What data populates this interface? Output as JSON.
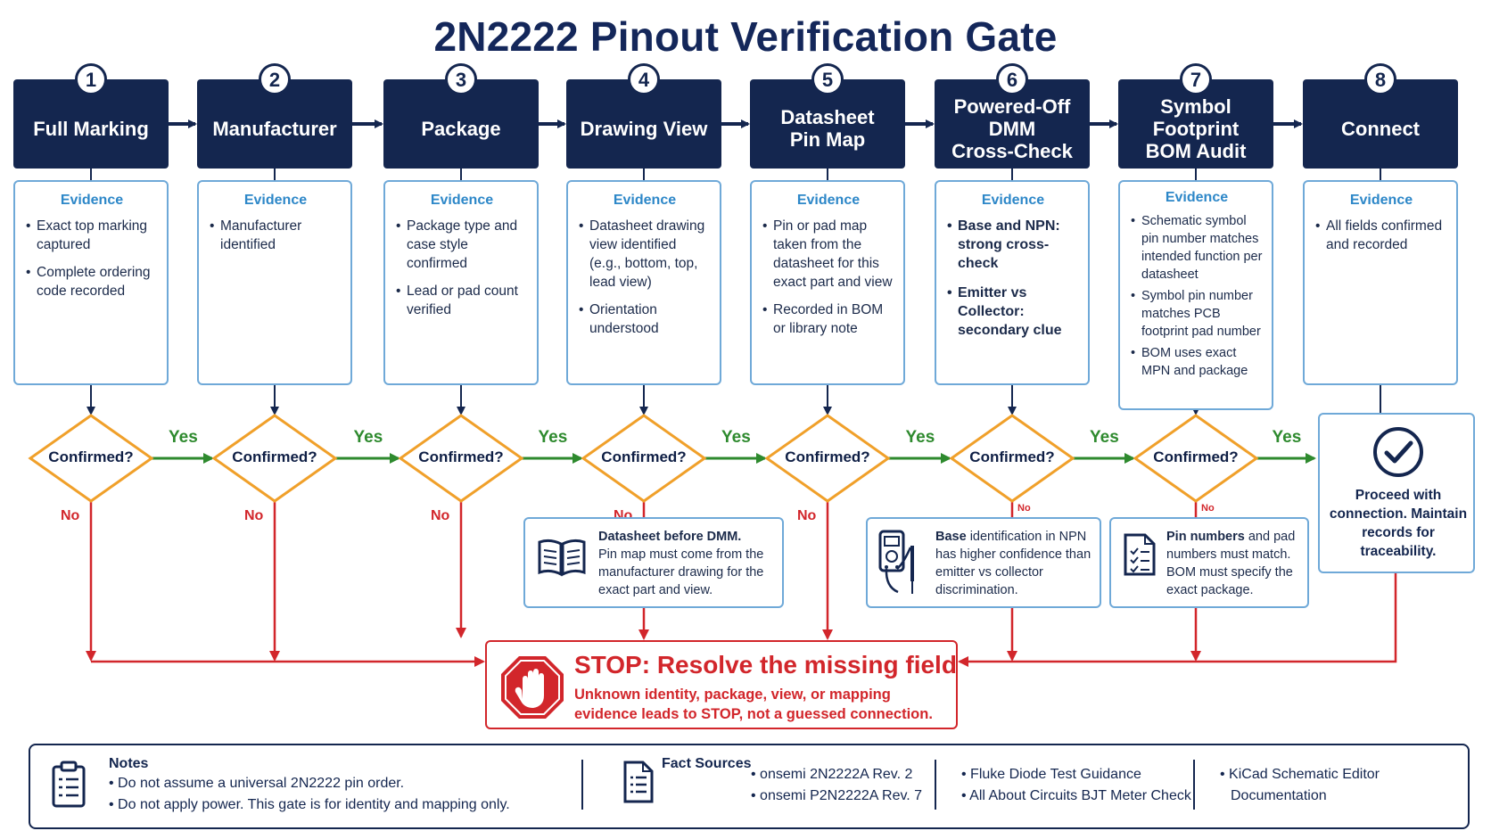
{
  "title": "2N2222 Pinout Verification Gate",
  "colors": {
    "step_fill": "#14264f",
    "evidence_border": "#6fa9d8",
    "evidence_heading": "#2d87c8",
    "decision_border": "#f0a02a",
    "yes_arrow": "#2e8a2e",
    "no_arrow": "#d2262b",
    "stop": "#d2262b"
  },
  "steps": [
    {
      "number": "1",
      "title": "Full Marking",
      "evidence_heading": "Evidence",
      "evidence": [
        "Exact top marking captured",
        "Complete ordering code recorded"
      ]
    },
    {
      "number": "2",
      "title": "Manufacturer",
      "evidence_heading": "Evidence",
      "evidence": [
        "Manufacturer identified"
      ]
    },
    {
      "number": "3",
      "title": "Package",
      "evidence_heading": "Evidence",
      "evidence": [
        "Package type and case style confirmed",
        "Lead or pad count verified"
      ]
    },
    {
      "number": "4",
      "title": "Drawing View",
      "evidence_heading": "Evidence",
      "evidence": [
        "Datasheet drawing view identified (e.g., bottom, top, lead view)",
        "Orientation understood"
      ]
    },
    {
      "number": "5",
      "title": "Datasheet\nPin Map",
      "evidence_heading": "Evidence",
      "evidence": [
        "Pin or pad map taken from the datasheet for this exact part and view",
        "Recorded in BOM or library note"
      ]
    },
    {
      "number": "6",
      "title": "Powered-Off\nDMM\nCross-Check",
      "evidence_heading": "Evidence",
      "evidence": [
        "Base and NPN: strong cross-check",
        "Emitter vs Collector: secondary clue"
      ]
    },
    {
      "number": "7",
      "title": "Symbol\nFootprint\nBOM Audit",
      "evidence_heading": "Evidence",
      "evidence": [
        "Schematic symbol pin number matches intended function per datasheet",
        "Symbol pin number matches PCB footprint pad number",
        "BOM uses exact MPN and package"
      ]
    },
    {
      "number": "8",
      "title": "Connect",
      "evidence_heading": "Evidence",
      "evidence": [
        "All fields confirmed and recorded"
      ]
    }
  ],
  "decision_label": "Confirmed?",
  "yes_label": "Yes",
  "no_label": "No",
  "notes_cards": {
    "datasheet": {
      "bold": "Datasheet before DMM.",
      "text": "Pin map must come from the manufacturer drawing for the exact part and view.",
      "icon": "open-book-icon"
    },
    "dmm": {
      "bold": "Base",
      "text": " identification in NPN has higher confidence than emitter vs collector discrimination.",
      "icon": "multimeter-icon"
    },
    "pins": {
      "bold": "Pin numbers",
      "text": " and pad numbers must match. BOM must specify the exact package.",
      "icon": "document-list-icon"
    }
  },
  "proceed": {
    "text": "Proceed with connection. Maintain records for traceability.",
    "icon": "checkmark-circle-icon"
  },
  "stop": {
    "title": "STOP: Resolve the missing field",
    "subtitle": "Unknown identity, package, view, or mapping evidence leads to STOP, not a guessed connection.",
    "icon": "stop-hand-icon"
  },
  "footer": {
    "notes_heading": "Notes",
    "notes": [
      "• Do not assume a universal 2N2222 pin order.",
      "• Do not apply power. This gate is for identity and mapping only."
    ],
    "sources_heading": "Fact Sources",
    "sources_col1": [
      "• onsemi 2N2222A Rev. 2",
      "• onsemi P2N2222A Rev. 7"
    ],
    "sources_col2": [
      "• Fluke Diode Test Guidance",
      "• All About Circuits BJT Meter Check"
    ],
    "sources_col3": [
      "• KiCad Schematic Editor",
      "Documentation"
    ],
    "notes_icon": "clipboard-icon",
    "sources_icon": "document-icon"
  }
}
